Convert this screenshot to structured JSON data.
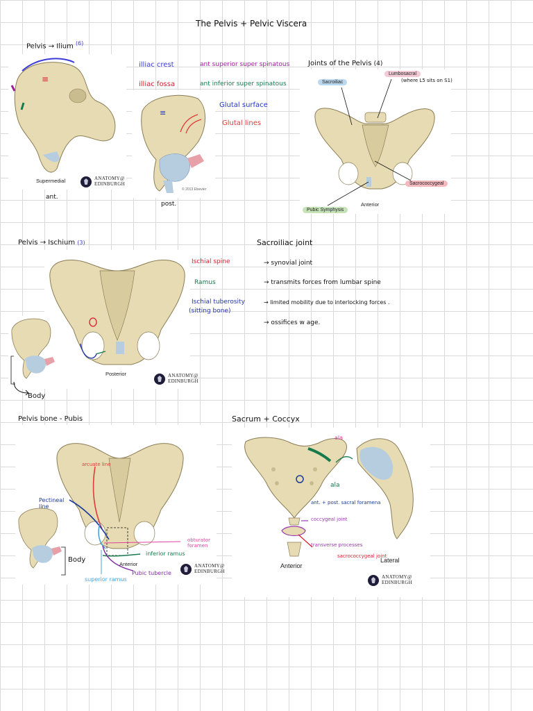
{
  "title": "The  Pelvis  +  Pelvic  Viscera",
  "sections": {
    "ilium": {
      "heading": "Pelvis → Ilium",
      "count": "(6)",
      "view_label": "Supermedial",
      "caption_left": "ant.",
      "caption_right": "post.",
      "copyright": "© 2013 Elsevier",
      "terms_col1": [
        "illiac  crest",
        "illiac  fossa"
      ],
      "terms_col2": [
        "ant  superior  super  spinatous",
        "ant  inferior  super  spinatous"
      ],
      "terms_col3": [
        "Glutal  surface",
        "Glutal  lines"
      ],
      "colors": {
        "crest": "#3b3bd6",
        "fossa": "#d81c2c",
        "superior": "#9a1e9a",
        "inferior": "#177a4c",
        "glutal_surface": "#2233cc",
        "glutal_lines": "#e03a3a"
      }
    },
    "joints": {
      "heading": "Joints  of  the  Pelvis",
      "count": "(4)",
      "labels": {
        "sacroiliac": "Sacroiliac",
        "lumbosacral": "Lumbosacral",
        "sacrococcygeal": "Sacrococcygeal",
        "pubic_symphysis": "Pubic Symphysis",
        "view": "Anterior"
      },
      "note": "(where L5 sits on S1)"
    },
    "ischium": {
      "heading": "Pelvis → Ischium",
      "count": "(3)",
      "terms": [
        "Ischial  spine",
        "Ramus",
        "Ischial  tuberosity",
        "(sitting  bone)"
      ],
      "view_label": "Posterior",
      "body_label": "Body",
      "colors": {
        "spine": "#d81c2c",
        "ramus": "#177a4c",
        "tuberosity": "#2233aa"
      }
    },
    "sacroiliac_joint": {
      "heading": "Sacroiliac  joint",
      "points": [
        "→ synovial  joint",
        "→ transmits  forces  from  lumbar  spine",
        "→ limited  mobility  due  to  interlocking  forces .",
        "→ ossifices  w  age."
      ]
    },
    "pubis": {
      "heading": "Pelvis  bone  -  Pubis",
      "labels": {
        "arcuate": "arcuate  line",
        "pectineal": "Pectineal line",
        "obturator": "obturator foramen",
        "inferior_ramus": "inferior  ramus",
        "pubic_tubercle": "Pubic  tubercle",
        "superior_ramus": "superior  ramus",
        "body": "Body",
        "view": "Anterior"
      }
    },
    "sacrum": {
      "heading": "Sacrum  +  Coccyx",
      "labels": {
        "ala_top": "ala",
        "ala": "ala",
        "foramina": "ant.  +  post.  sacral  foramena",
        "coccygeal_joint": "coccygeal  joint",
        "transverse": "transverse  processes",
        "sacrococcygeal_joint": "sacrococcygeal  joint",
        "view_anterior": "Anterior",
        "view_lateral": "Lateral"
      }
    }
  },
  "logo": {
    "line1": "ANATOMY@",
    "line2": "EDINBURGH"
  },
  "bone_color": "#e6dbb2"
}
